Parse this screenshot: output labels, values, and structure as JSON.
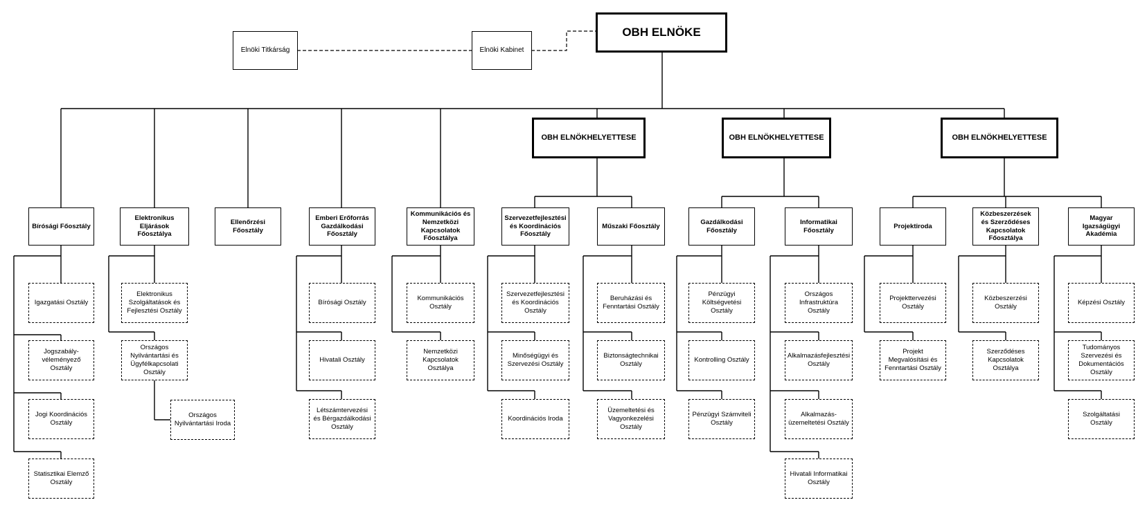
{
  "president": "OBH ELNÖKE",
  "president_office": "Elnöki Kabinet",
  "attached_unit": "Elnöki Titkárság",
  "deputies": [
    "OBH ELNÖKHELYETTESE",
    "OBH ELNÖKHELYETTESE",
    "OBH ELNÖKHELYETTESE"
  ],
  "departments": [
    {
      "name": "Bírósági Főosztály",
      "units": [
        "Igazgatási Osztály",
        "Jogszabály-véleményező Osztály",
        "Jogi Koordinációs Osztály",
        "Statisztikai Elemző Osztály"
      ]
    },
    {
      "name": "Elektronikus Eljárások Főosztálya",
      "units": [
        "Elektronikus Szolgáltatások és Fejlesztési Osztály",
        "Országos Nyilvántartási és Ügyfélkapcsolati Osztály",
        "Országos Nyilvántartási Iroda"
      ]
    },
    {
      "name": "Ellenőrzési Főosztály",
      "units": []
    },
    {
      "name": "Emberi Erőforrás Gazdálkodási Főosztály",
      "units": [
        "Bírósági Osztály",
        "Hivatali Osztály",
        "Létszámtervezési és Bérgazdálkodási Osztály"
      ]
    },
    {
      "name": "Kommunikációs és Nemzetközi Kapcsolatok Főosztálya",
      "units": [
        "Kommunikációs Osztály",
        "Nemzetközi Kapcsolatok Osztálya"
      ]
    },
    {
      "name": "Szervezetfejlesztési és Koordinációs Főosztály",
      "units": [
        "Szervezetfejlesztési és Koordinációs Osztály",
        "Minőségügyi és Szervezési Osztály",
        "Koordinációs Iroda"
      ]
    },
    {
      "name": "Műszaki Főosztály",
      "units": [
        "Beruházási és Fenntartási Osztály",
        "Biztonságtechnikai Osztály",
        "Üzemeltetési és Vagyonkezelési Osztály"
      ]
    },
    {
      "name": "Gazdálkodási Főosztály",
      "units": [
        "Pénzügyi Költségvetési Osztály",
        "Kontrolling Osztály",
        "Pénzügyi Számviteli Osztály"
      ]
    },
    {
      "name": "Informatikai Főosztály",
      "units": [
        "Országos Infrastruktúra Osztály",
        "Alkalmazásfejlesztési Osztály",
        "Alkalmazás-üzemeltetési Osztály",
        "Hivatali Informatikai Osztály"
      ]
    },
    {
      "name": "Projektiroda",
      "units": [
        "Projekttervezési Osztály",
        "Projekt Megvalósítási és Fenntartási Osztály"
      ]
    },
    {
      "name": "Közbeszerzések és Szerződéses Kapcsolatok Főosztálya",
      "units": [
        "Közbeszerzési Osztály",
        "Szerződéses Kapcsolatok Osztálya"
      ]
    },
    {
      "name": "Magyar Igazságügyi Akadémia",
      "units": [
        "Képzési Osztály",
        "Tudományos Szervezési és Dokumentációs Osztály",
        "Szolgáltatási Osztály"
      ]
    }
  ]
}
